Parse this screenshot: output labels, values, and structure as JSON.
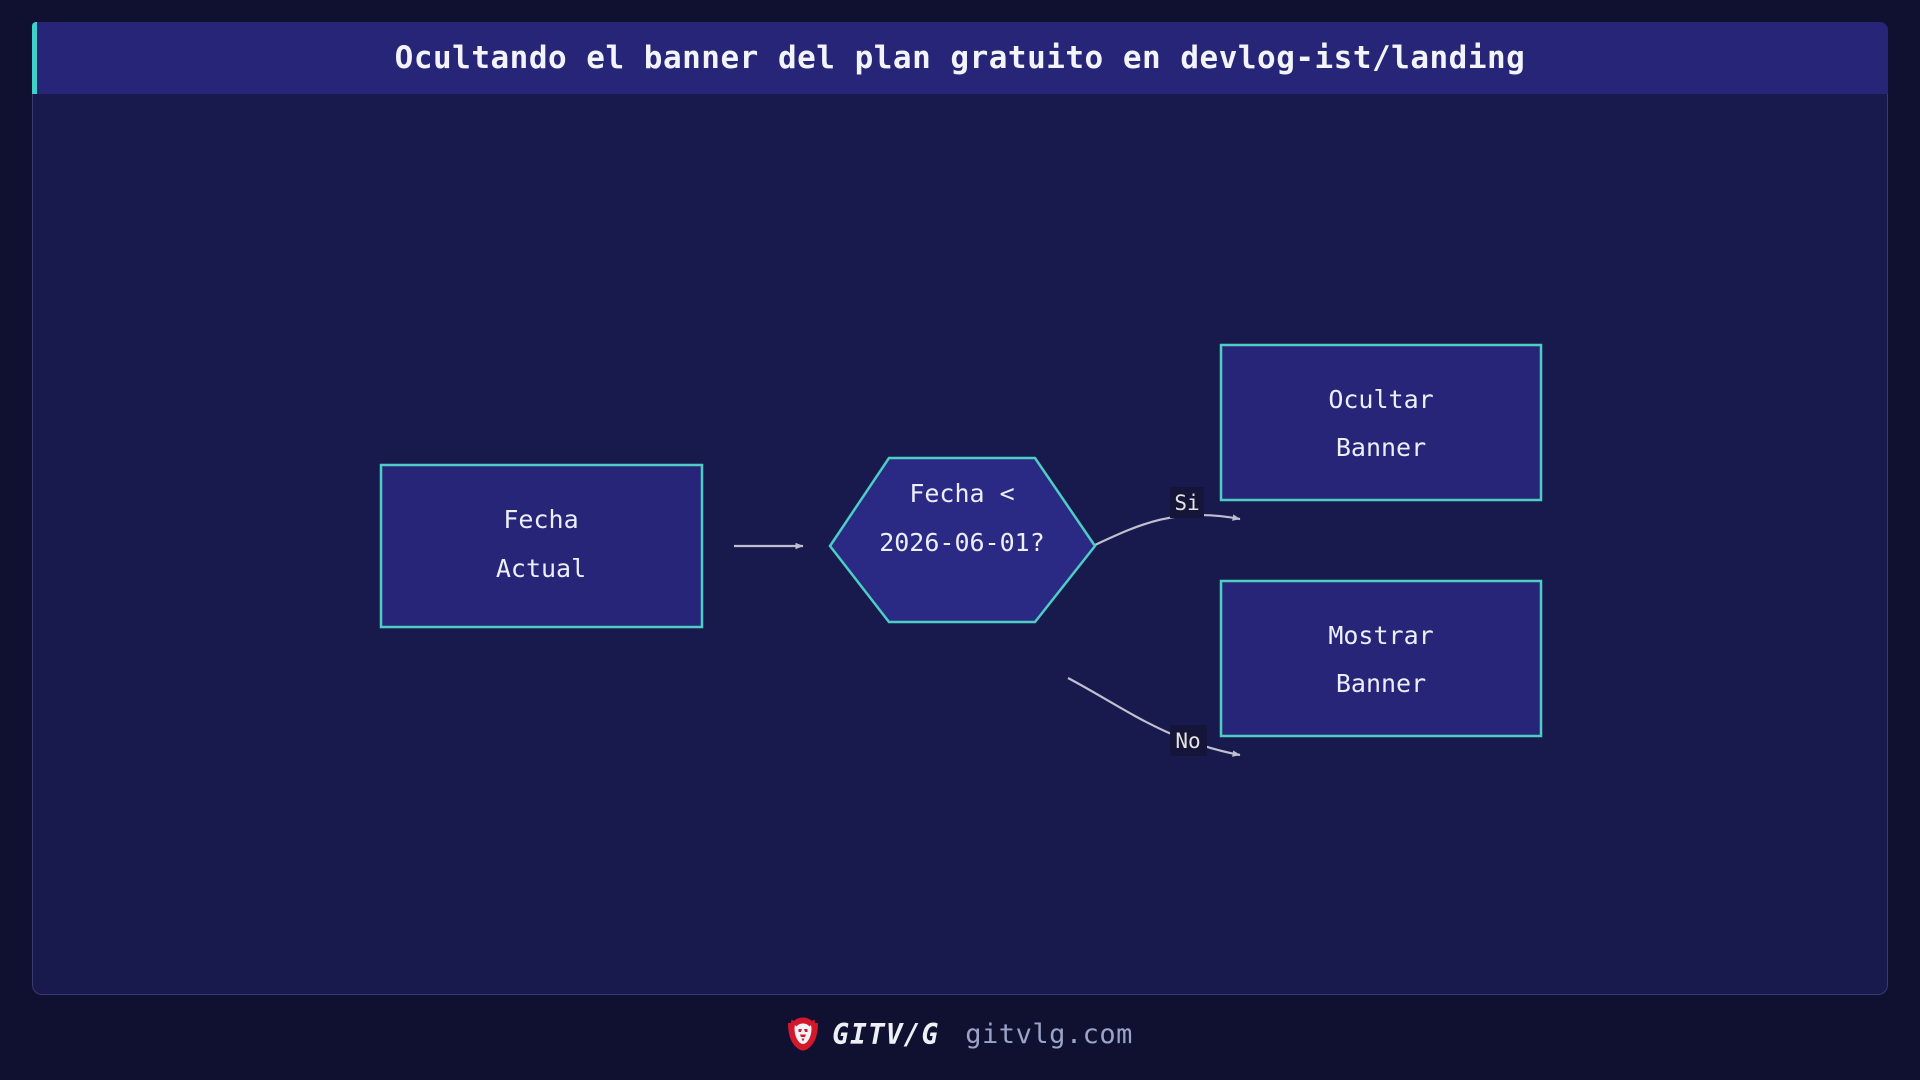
{
  "window": {
    "title": "Ocultando el banner del plan gratuito en devlog-ist/landing",
    "accent_color": "#3fd0c9",
    "title_bar_color": "#262578",
    "panel_color": "#18194d",
    "page_background": "#101131"
  },
  "diagram": {
    "type": "flowchart",
    "direction": "left-to-right",
    "node_fill": "#262578",
    "node_border": "#4ecdc4",
    "edge_color": "#bfc0cf",
    "nodes": [
      {
        "id": "start",
        "shape": "rect",
        "line1": "Fecha",
        "line2": "Actual"
      },
      {
        "id": "decision",
        "shape": "hexagon",
        "line1": "Fecha <",
        "line2": "2026-06-01?"
      },
      {
        "id": "yes_outcome",
        "shape": "rect",
        "line1": "Ocultar",
        "line2": "Banner"
      },
      {
        "id": "no_outcome",
        "shape": "rect",
        "line1": "Mostrar",
        "line2": "Banner"
      }
    ],
    "edges": [
      {
        "id": "e1",
        "from": "start",
        "to": "decision",
        "label": ""
      },
      {
        "id": "e2",
        "from": "decision",
        "to": "yes_outcome",
        "label": "Si"
      },
      {
        "id": "e3",
        "from": "decision",
        "to": "no_outcome",
        "label": "No"
      }
    ]
  },
  "footer": {
    "logo_icon": "lion-head-icon",
    "logo_color": "#d4182b",
    "brand": "GITV/G",
    "domain": "gitvlg.com"
  }
}
